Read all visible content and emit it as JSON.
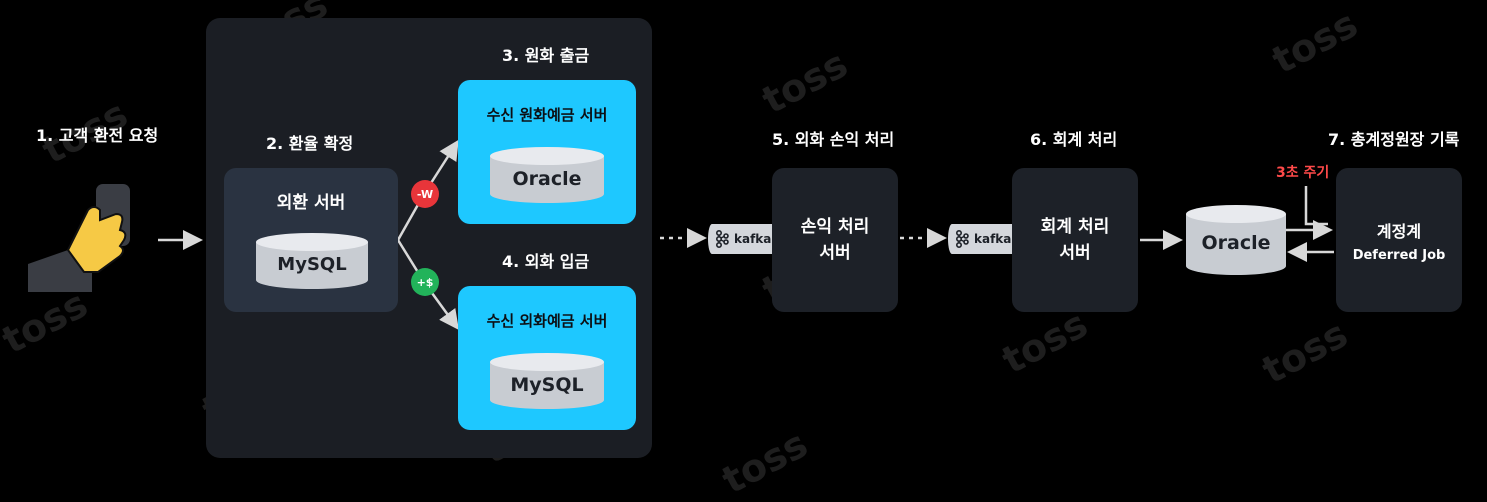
{
  "steps": {
    "s1": "1. 고객 환전 요청",
    "s2": "2. 환율 확정",
    "s3": "3. 원화 출금",
    "s4": "4. 외화 입금",
    "s5": "5. 외화 손익 처리",
    "s6": "6. 회계 처리",
    "s7": "7. 총계정원장 기록"
  },
  "exchange_server": {
    "title": "외환 서버",
    "db": "MySQL"
  },
  "krw_server": {
    "title": "수신 원화예금 서버",
    "db": "Oracle"
  },
  "fx_server": {
    "title": "수신 외화예금 서버",
    "db": "MySQL"
  },
  "badges": {
    "withdraw": "-W",
    "deposit": "+$"
  },
  "kafka_label": "kafka",
  "pnl_server": {
    "line1": "손익 처리",
    "line2": "서버"
  },
  "accounting_server": {
    "line1": "회계 처리",
    "line2": "서버"
  },
  "ledger_db": "Oracle",
  "ledger_job": {
    "title": "계정계",
    "subtitle": "Deferred Job"
  },
  "cycle_label": "3초 주기",
  "watermark": "toss",
  "colors": {
    "background": "#000000",
    "panel": "#1b1e24",
    "server_box": "#2a3341",
    "accent_blue": "#1ec8ff",
    "withdraw_red": "#e8353a",
    "deposit_green": "#22b35a",
    "cycle_red": "#ff4a4a"
  }
}
